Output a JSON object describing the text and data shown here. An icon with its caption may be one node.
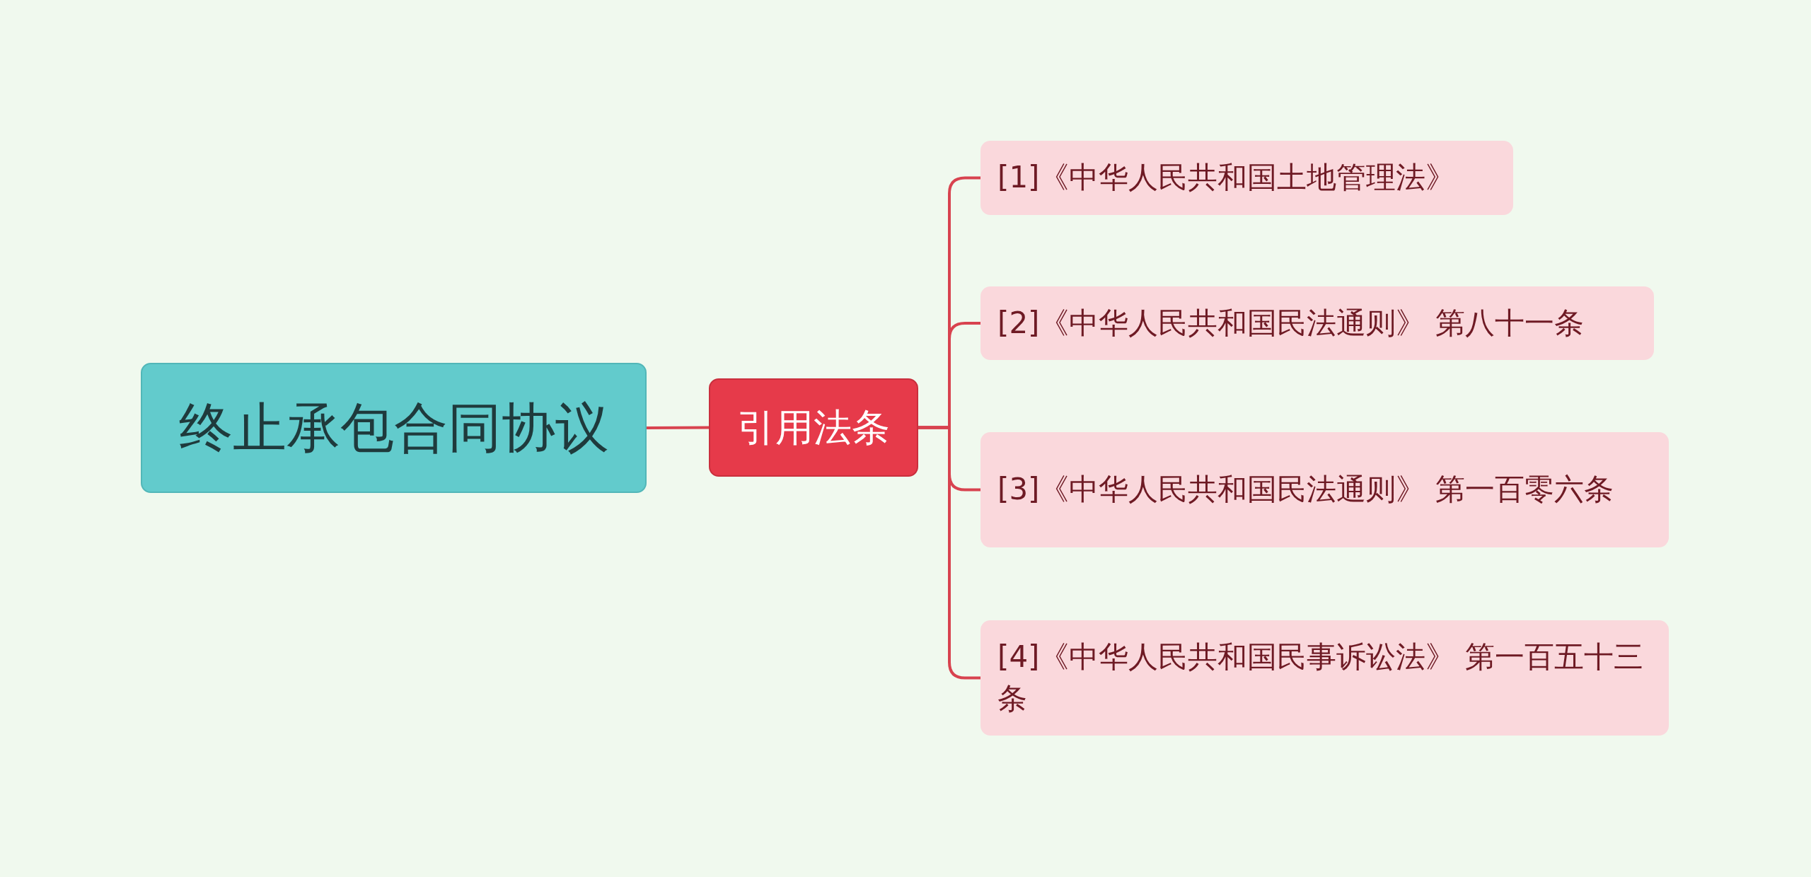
{
  "diagram": {
    "nodes": [
      {
        "text": [
          "终止承包合同协议"
        ]
      },
      {
        "text": [
          "引用法条"
        ]
      },
      {
        "text": [
          "[1]《中华人民共和国土地管理法》"
        ]
      },
      {
        "text": [
          "[2]《中华人民共和国民法通则》 第八十一条"
        ]
      },
      {
        "text": [
          "[3]《中华人民共和国民法通则》 第一百零六条"
        ]
      },
      {
        "text": [
          "[4]《中华人民共和国民事诉讼法》 第一百五十三条"
        ]
      }
    ],
    "edges": [
      {
        "from": 0,
        "to": 1,
        "arrow": "none"
      },
      {
        "from": 1,
        "to": 2,
        "arrow": "none"
      },
      {
        "from": 1,
        "to": 3,
        "arrow": "none"
      },
      {
        "from": 1,
        "to": 4,
        "arrow": "none"
      },
      {
        "from": 1,
        "to": 5,
        "arrow": "none"
      }
    ]
  }
}
